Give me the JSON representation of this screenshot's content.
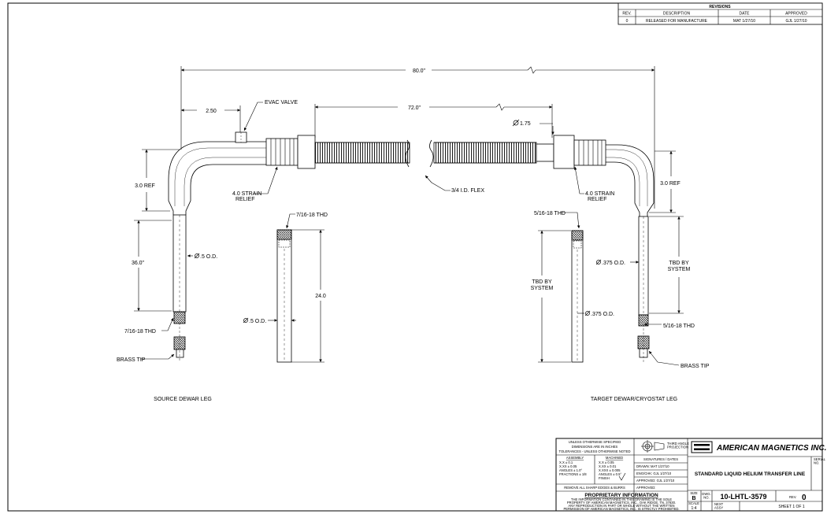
{
  "revisions": {
    "title": "REVISIONS",
    "headers": [
      "REV.",
      "DESCRIPTION",
      "DATE",
      "APPROVED"
    ],
    "rows": [
      [
        "0",
        "RELEASED FOR MANUFACTURE",
        "MAT 1/27/10",
        "GJL 1/27/10"
      ]
    ]
  },
  "dimensions": {
    "overall": "80.0\"",
    "flex_span": "72.0\"",
    "offset": "2.50",
    "left_ref": "3.0 REF",
    "right_ref": "3.0 REF",
    "left_leg": "36.0\"",
    "dia_175": "1.75",
    "leg_24": "24.0",
    "tbd_right": "TBD BY SYSTEM",
    "tbd_mid": "TBD BY SYSTEM"
  },
  "labels": {
    "evac_valve": "EVAC VALVE",
    "strain_relief_left": "4.0 STRAIN RELIEF",
    "strain_relief_right": "4.0 STRAIN RELIEF",
    "flex": "3/4 I.D. FLEX",
    "thd_716_mid": "7/16-18 THD",
    "thd_716_left": "7/16-18 THD",
    "thd_516_mid": "5/16-18 THD",
    "thd_516_right": "5/16-18 THD",
    "od_5_left": ".5 O.D.",
    "od_5_mid": ".5 O.D.",
    "od_375_right": ".375 O.D.",
    "od_375_mid": ".375 O.D.",
    "brass_tip_left": "BRASS TIP",
    "brass_tip_right": "BRASS TIP",
    "source_leg": "SOURCE DEWAR LEG",
    "target_leg": "TARGET DEWAR/CRYOSTAT LEG"
  },
  "title_block": {
    "tolerances_heading": "UNLESS OTHERWISE SPECIFIED DIMENSIONS ARE IN INCHES TOLERANCES - UNLESS OTHERWISE NOTED",
    "assembly": "ASSEMBLY",
    "machined": "MACHINED",
    "asm_rows": [
      "X.X ± 0.1",
      "X.XX ± 0.05",
      "ANGLES ± 1.0°",
      "FRACTIONS ± 1/8"
    ],
    "mach_rows": [
      "X.X ± 0.05",
      "X.XX ± 0.01",
      "X.XXX ± 0.005",
      "ANGLES ± 0.5°",
      "FINISH"
    ],
    "projection": "THIRD ANGLE PROJECTION",
    "signatures": "SIGNATURES / DATES",
    "drawn": "DRAWN: MAT 1/27/10",
    "eng": "ENG/CHK: GJL 1/27/10",
    "approved_by": "APPROVED: GJL 1/27/10",
    "approved": "APPROVED:",
    "remove_edges": "REMOVE ALL SHARP EDGES & BURRS",
    "proprietary_title": "PROPRIETARY INFORMATION",
    "proprietary_text": "THE INFORMATION CONTAINED IN THIS DRAWING IS THE SOLE PROPERTY OF AMERICAN MAGNETICS, INC., OAK RIDGE, TN, 37830. ANY REPRODUCTION IN PART OR WHOLE WITHOUT THE WRITTEN PERMISSION OF AMERICAN MAGNETICS, INC. IS STRICTLY PROHIBITED.",
    "company": "AMERICAN MAGNETICS INC.",
    "serial": "SERIAL NO.",
    "drawing_title": "STANDARD LIQUID HELIUM TRANSFER LINE",
    "size_label": "SIZE",
    "size": "B",
    "dwg_label": "DWG. NO.",
    "dwg_no": "10-LHTL-3579",
    "rev_label": "REV.",
    "rev": "0",
    "scale_label": "SCALE",
    "scale": "1:4",
    "next_label": "NEXT ASSY",
    "sheet": "SHEET 1 OF 1"
  }
}
